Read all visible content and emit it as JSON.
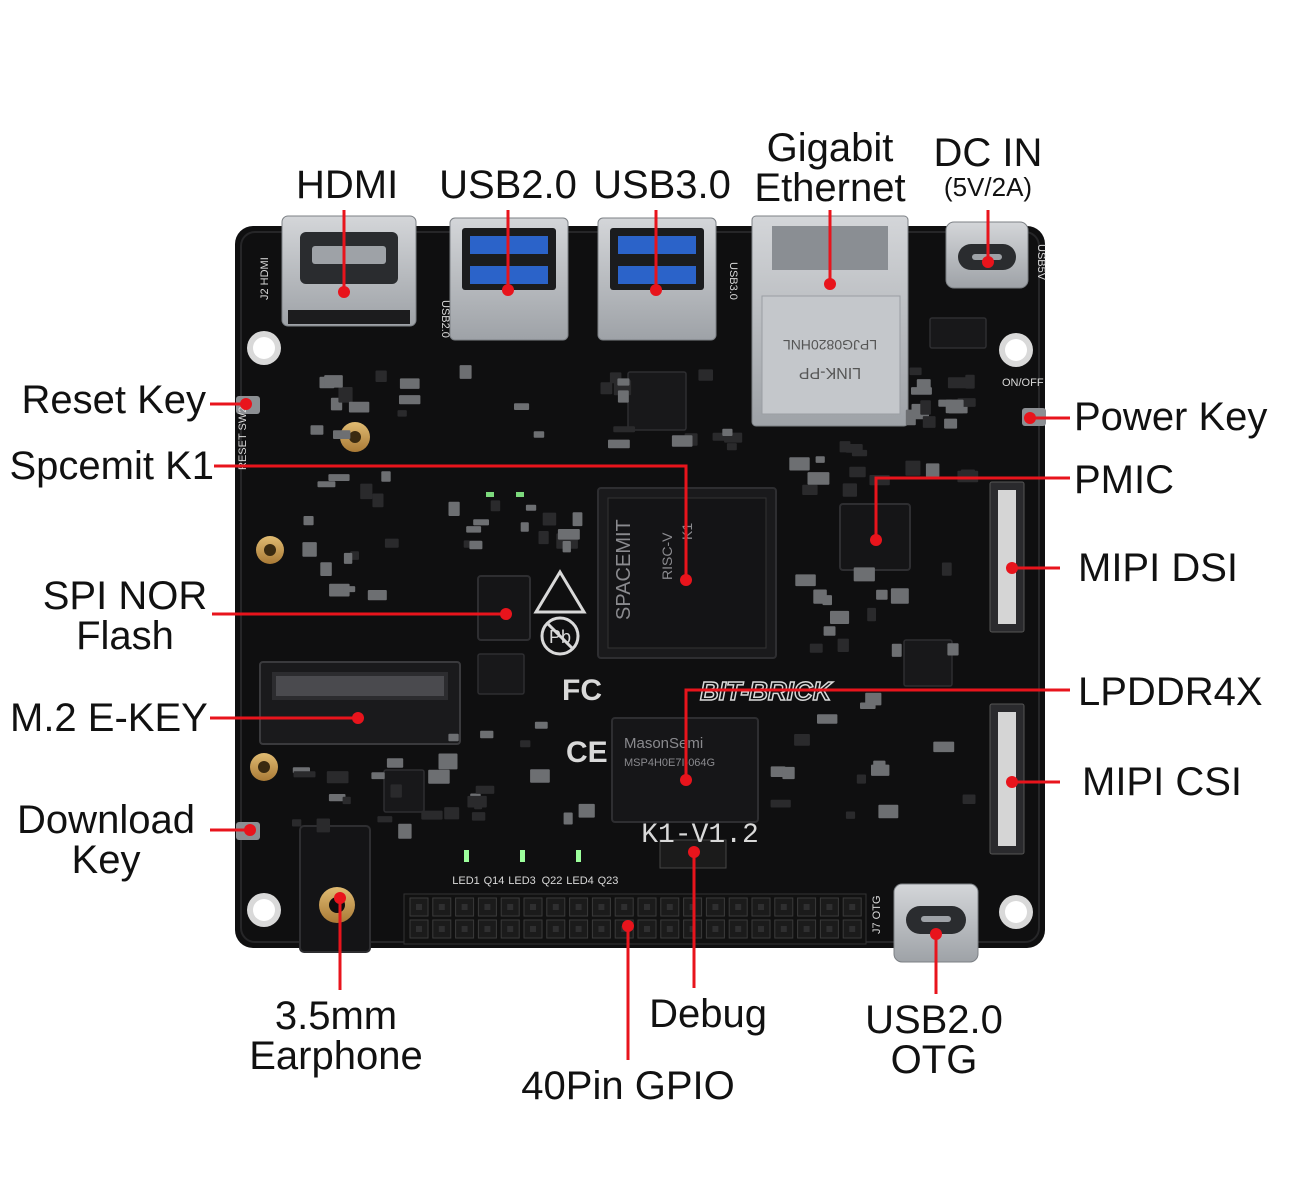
{
  "colors": {
    "pcb": "#0f0f10",
    "silk": "#d9d9d9",
    "leader": "#e8141c",
    "chip": "#141416",
    "metal": "#b8bbbf",
    "usb_blue": "#2b63c9",
    "gold": "#c79a52",
    "header_pin": "#1b1b1b"
  },
  "labels": {
    "hdmi": "HDMI",
    "usb2": "USB2.0",
    "usb3": "USB3.0",
    "gigabit": "Gigabit",
    "ethernet": "Ethernet",
    "dcin": "DC IN",
    "dcin_rating": "(5V/2A)",
    "reset_key": "Reset Key",
    "spacemit_k1": "Spcemit K1",
    "spi_nor_1": "SPI NOR",
    "spi_nor_2": "Flash",
    "m2": "M.2 E-KEY",
    "download_1": "Download",
    "download_2": "Key",
    "power_key": "Power Key",
    "pmic": "PMIC",
    "mipi_dsi": "MIPI DSI",
    "lpddr4x": "LPDDR4X",
    "mipi_csi": "MIPI CSI",
    "earphone_1": "3.5mm",
    "earphone_2": "Earphone",
    "debug": "Debug",
    "gpio": "40Pin GPIO",
    "usb_otg_1": "USB2.0",
    "usb_otg_2": "OTG"
  },
  "board": {
    "soc_brand": "SPACEMIT",
    "soc_arch": "RISC-V",
    "soc_part": "K1",
    "ram_brand": "MasonSemi",
    "ram_part": "MSP4H0E7I-064G",
    "version": "K1-V1.2",
    "eth_brand": "LINK-PP",
    "eth_part": "LPJG0820HNL",
    "fcc": "FC",
    "ce": "CE",
    "pb": "Pb",
    "logo": "BIT-BRICK",
    "silk_hdmi": "J2 HDMI",
    "silk_usb2": "USB2.0",
    "silk_usb3": "USB3.0",
    "silk_usb5v": "USB5V",
    "silk_reset": "RESET SW2",
    "silk_onoff": "ON/OFF",
    "silk_otg": "J7 OTG",
    "silk_leds": [
      "LED1",
      "Q14",
      "LED3",
      "Q22",
      "LED4",
      "Q23"
    ]
  }
}
